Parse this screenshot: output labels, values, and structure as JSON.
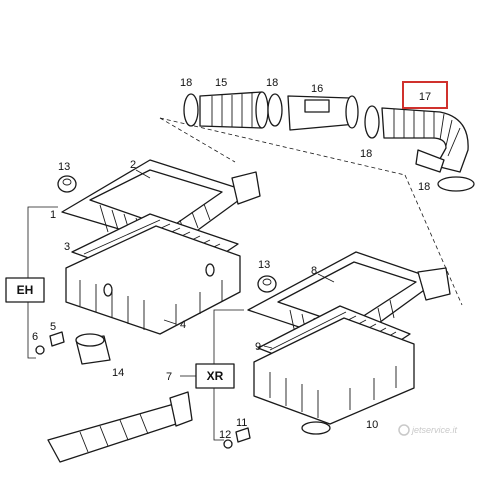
{
  "diagram": {
    "part_numbers": {
      "p1": "1",
      "p2": "2",
      "p3": "3",
      "p4": "4",
      "p5": "5",
      "p6": "6",
      "p7": "7",
      "p8": "8",
      "p9": "9",
      "p10": "10",
      "p11": "11",
      "p12": "12",
      "p13a": "13",
      "p13b": "13",
      "p14": "14",
      "p15": "15",
      "p16": "16",
      "p17": "17",
      "p18a": "18",
      "p18b": "18",
      "p18c": "18",
      "p18d": "18"
    },
    "group_labels": {
      "eh": "EH",
      "xr": "XR"
    },
    "highlight": {
      "part": "17",
      "color": "#d0312d"
    },
    "watermark": "jetservice.it"
  }
}
